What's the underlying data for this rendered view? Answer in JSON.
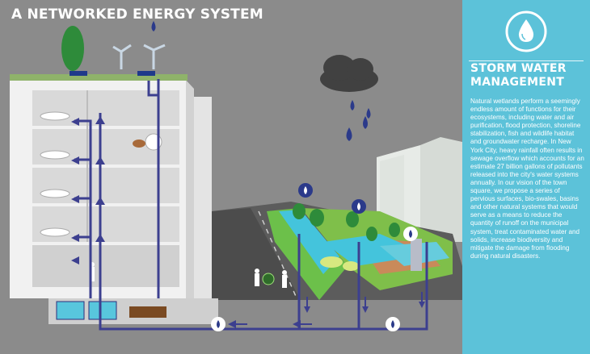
{
  "title": "A NETWORKED ENERGY SYSTEM",
  "sidebar": {
    "icon": "water-drop-icon",
    "heading_line1": "STORM WATER",
    "heading_line2": "MANAGEMENT",
    "body": "Natural wetlands perform a seemingly endless amount of functions for their ecosystems, including water and air purification, flood protection, shoreline stabilization, fish and wildlife habitat and groundwater recharge. In New York City, heavy rainfall often results in sewage overflow which accounts for an estimate 27 billion gallons of pollutants released into the city's water systems annually. In our vision of the town square, we propose a series of pervious surfaces, bio-swales, basins and other natural systems that would serve as a means to reduce the quantity of runoff on the municipal system, treat contaminated water and solids, increase biodiversity and mitigate the damage from flooding during natural disasters.",
    "background": "#5cc2d9"
  },
  "colors": {
    "background": "#8b8b8b",
    "pipe": "#3c3f8f",
    "water": "#44c4dc",
    "building": "#f2f2f2",
    "street": "#5a5a5a",
    "grass": "#6cc04a"
  },
  "icons": [
    "water-drop-icon",
    "rain-cloud-icon",
    "raindrop-icon",
    "drop-marker-icon",
    "flow-arrow-icon",
    "wind-turbine-icon",
    "solar-panel-icon",
    "tree-icon",
    "person-icon"
  ]
}
